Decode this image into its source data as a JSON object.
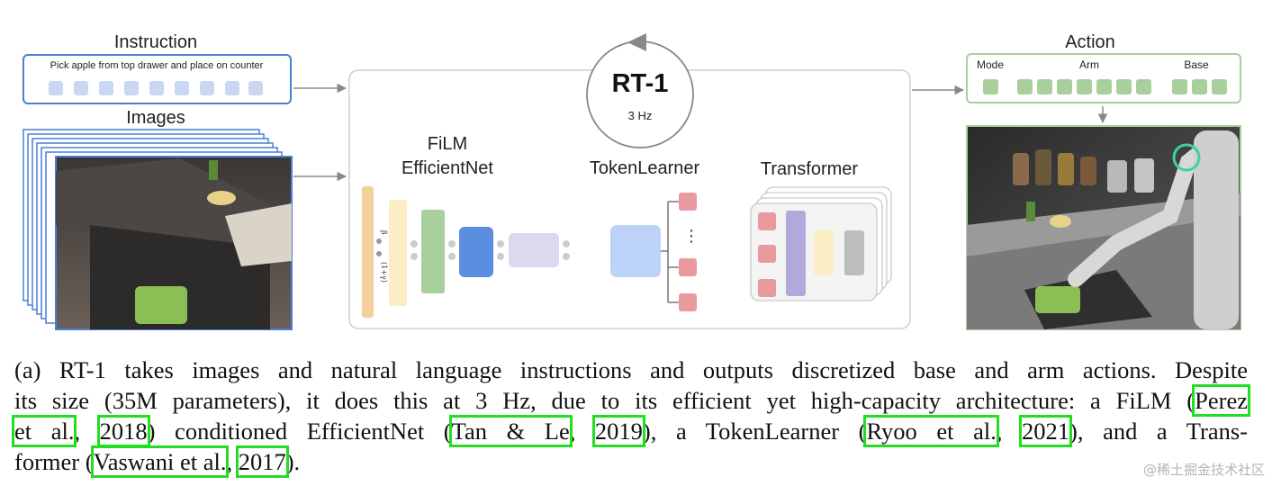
{
  "diagram": {
    "instruction_title": "Instruction",
    "instruction_text": "Pick apple from top drawer and place on counter",
    "images_title": "Images",
    "model_name": "RT-1",
    "model_rate": "3 Hz",
    "film_label_1": "FiLM",
    "film_label_2": "EfficientNet",
    "tokenlearner_label": "TokenLearner",
    "transformer_label": "Transformer",
    "ellipsis": "⋮",
    "action_title": "Action",
    "action_mode": "Mode",
    "action_arm": "Arm",
    "action_base": "Base",
    "film_glyph_a": "β",
    "film_glyph_b": "(1+γ)"
  },
  "caption": {
    "l1": "(a) RT-1 takes images and natural language instructions and outputs discretized base and arm actions. Despite",
    "l2a": "its size (35M parameters), it does this at 3 Hz, due to its efficient yet high-capacity architecture: a FiLM (",
    "l2b": "Perez",
    "l3a": "et al.",
    "l3b": ", ",
    "l3c": "2018",
    "l3d": ") conditioned EfficientNet (",
    "l3e": "Tan & Le",
    "l3f": ", ",
    "l3g": "2019",
    "l3h": "), a TokenLearner (",
    "l3i": "Ryoo et al.",
    "l3j": ", ",
    "l3k": "2021",
    "l3l": "), and a Trans-",
    "l4a": "former (",
    "l4b": "Vaswani et al.",
    "l4c": ", ",
    "l4d": "2017",
    "l4e": ")."
  },
  "watermark": "@稀土掘金技术社区",
  "colors": {
    "instruction_border": "#4a7fd4",
    "token_blue": "#c9d7f3",
    "action_green": "#a9cf9c",
    "token_red": "#e89a9f",
    "effnet_blue": "#5b8de0",
    "film_orange": "#f5cfa0",
    "citation_box": "#22dd22"
  }
}
